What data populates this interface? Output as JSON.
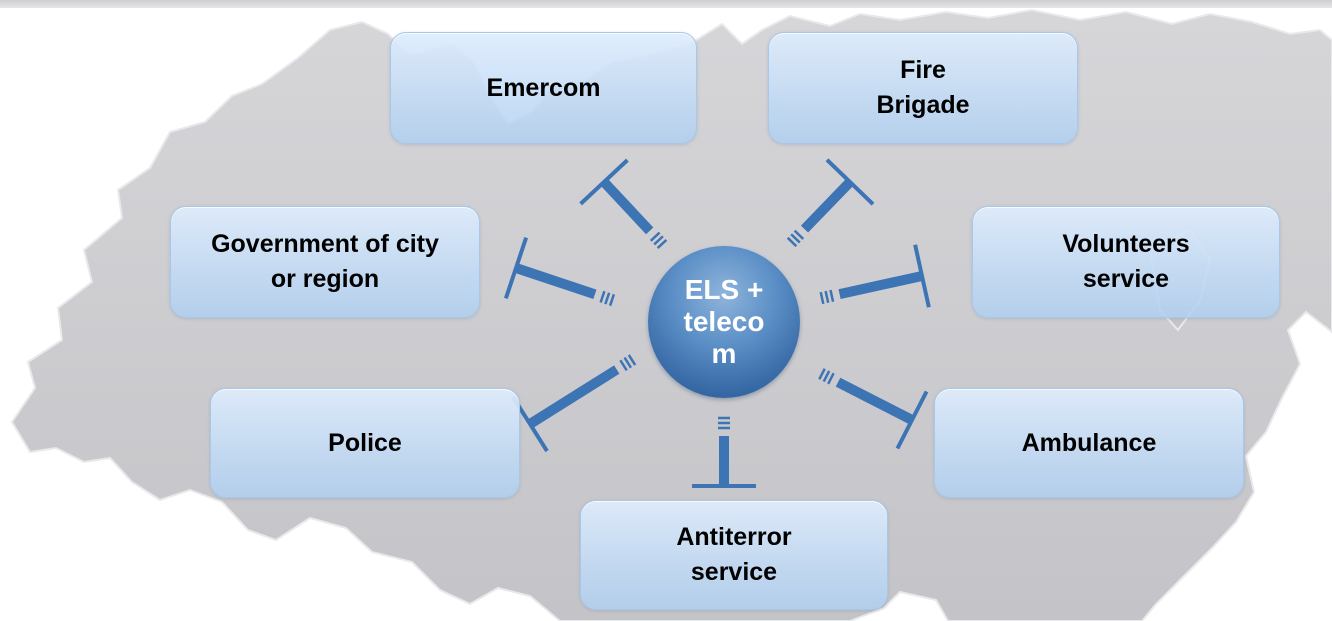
{
  "diagram": {
    "hub_label": "ELS +\nteleco\nm",
    "nodes": [
      {
        "id": "emercom",
        "label": "Emercom"
      },
      {
        "id": "fire-brigade",
        "label": "Fire\nBrigade"
      },
      {
        "id": "government",
        "label": "Government of city\nor region"
      },
      {
        "id": "volunteers",
        "label": "Volunteers\nservice"
      },
      {
        "id": "police",
        "label": "Police"
      },
      {
        "id": "ambulance",
        "label": "Ambulance"
      },
      {
        "id": "antiterror",
        "label": "Antiterror\nservice"
      }
    ],
    "colors": {
      "background_map": "#c9c9cd",
      "node_fill": "#c8def5",
      "node_border": "#a9c7e6",
      "connector": "#3d74b4",
      "hub": "#3567a3",
      "text": "#000000",
      "hub_text": "#ffffff"
    }
  }
}
